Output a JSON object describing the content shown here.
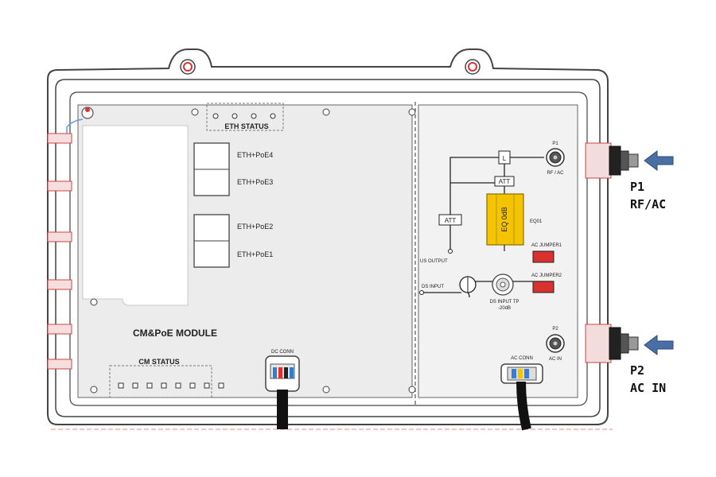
{
  "eth_status": {
    "title": "ETH STATUS"
  },
  "eth_ports": [
    {
      "label": "ETH+PoE4"
    },
    {
      "label": "ETH+PoE3"
    },
    {
      "label": "ETH+PoE2"
    },
    {
      "label": "ETH+PoE1"
    }
  ],
  "module_title": "CM&PoE MODULE",
  "cm_status": {
    "title": "CM STATUS"
  },
  "dc_conn_label": "DC CONN",
  "ac_conn_label": "AC CONN",
  "rf_module": {
    "att_label": "ATT",
    "eq_label": "EQ 0dB",
    "eq_ref": "EQ01",
    "us_output": "US OUTPUT",
    "ds_input": "DS INPUT",
    "ds_input_tp": "DS INPUT TP",
    "ds_input_tp_level": "-20dB",
    "ac_jumper1": "AC JUMPER1",
    "ac_jumper2": "AC JUMPER2",
    "p1_tag": "P1",
    "p1_sub": "RF / AC",
    "p2_tag": "P2",
    "p2_sub": "AC IN",
    "l_label": "L"
  },
  "ports": {
    "p1_name": "P1",
    "p1_desc": "RF/AC",
    "p2_name": "P2",
    "p2_desc": "AC IN"
  },
  "colors": {
    "outline": "#444444",
    "panel": "#ebebeb",
    "equalizer": "#f4c400",
    "jumper": "#d93030",
    "arrow": "#4a6fa5",
    "connector_red": "#e03030"
  }
}
